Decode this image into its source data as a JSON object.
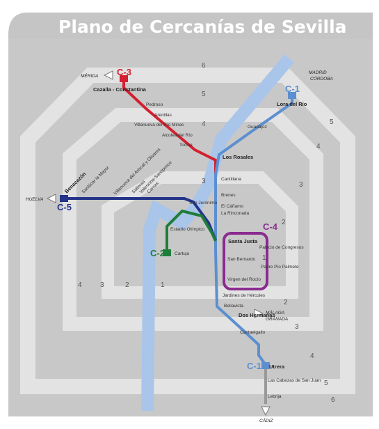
{
  "title": "Plano de Cercanías de Sevilla",
  "colors": {
    "C1": "#5b8fd0",
    "C2": "#1f7d3a",
    "C3": "#d32030",
    "C4": "#8a2b8f",
    "C5": "#24348a",
    "background": "#c8c8c8",
    "zone_band": "#dcdcdc",
    "river": "#a9c5ea",
    "title_bg": "#c5c5c5"
  },
  "lines": {
    "c1": "C-1",
    "c2": "C-2",
    "c3": "C-3",
    "c4": "C-4",
    "c5": "C-5",
    "c1_south": "C-1"
  },
  "destinations": {
    "merida": "MÉRIDA",
    "madrid": "MADRID",
    "cordoba": "CÓRDOBA",
    "huelva": "HUELVA",
    "malaga": "MÁLAGA",
    "granada": "GRANADA",
    "cadiz": "CÁDIZ"
  },
  "zones": {
    "z6_top": "6",
    "z5_top": "5",
    "z4_top": "4",
    "z3_top": "3",
    "z5_right": "5",
    "z4_right": "4",
    "z3_right": "3",
    "z2_right": "2",
    "z1_center": "1",
    "z2_lower": "2",
    "z3_lower": "3",
    "z4_lower": "4",
    "z5_lower": "5",
    "z6_lower": "6",
    "z4_left": "4",
    "z3_left": "3",
    "z2_left": "2",
    "z1_left": "1"
  },
  "stations": {
    "cazalla": "Cazalla - Constantina",
    "pedroso": "Pedroso",
    "arenillas": "Arenillas",
    "villanueva_minas": "Villanueva del Río Minas",
    "alcolea": "Alcolea del Río",
    "tocina": "Tocina",
    "lora": "Lora del Río",
    "guadajoz": "Guadajoz",
    "los_rosales": "Los Rosales",
    "cantillana": "Cantillana",
    "brenes": "Brenes",
    "el_cahorno": "El Cáñamo",
    "la_rinconada": "La Rinconada",
    "benacazon": "Benacazón",
    "sanlucar": "Sanlúcar la Mayor",
    "villanueva_ariscal": "Villanueva del Ariscal y Olivares",
    "salteras": "Salteras",
    "valencina": "Valencina-Santiponce",
    "camas": "Camas",
    "san_jeronimo": "San Jerónimo",
    "estadio": "Estadio Olímpico",
    "cartuja": "Cartuja",
    "santa_justa": "Santa Justa",
    "palacio": "Palacio de Congresos",
    "san_bernardo": "San Bernardo",
    "padre_pio": "Padre Pío Palmete",
    "virgen_rocio": "Virgen del Rocío",
    "jardines": "Jardines de Hércules",
    "bellavista": "Bellavista",
    "dos_hermanas": "Dos Hermanas",
    "cantaelgallo": "Cantaelgallo",
    "utrera": "Utrera",
    "cabezas": "Las Cabezas de San Juan",
    "lebrija": "Lebrija"
  }
}
